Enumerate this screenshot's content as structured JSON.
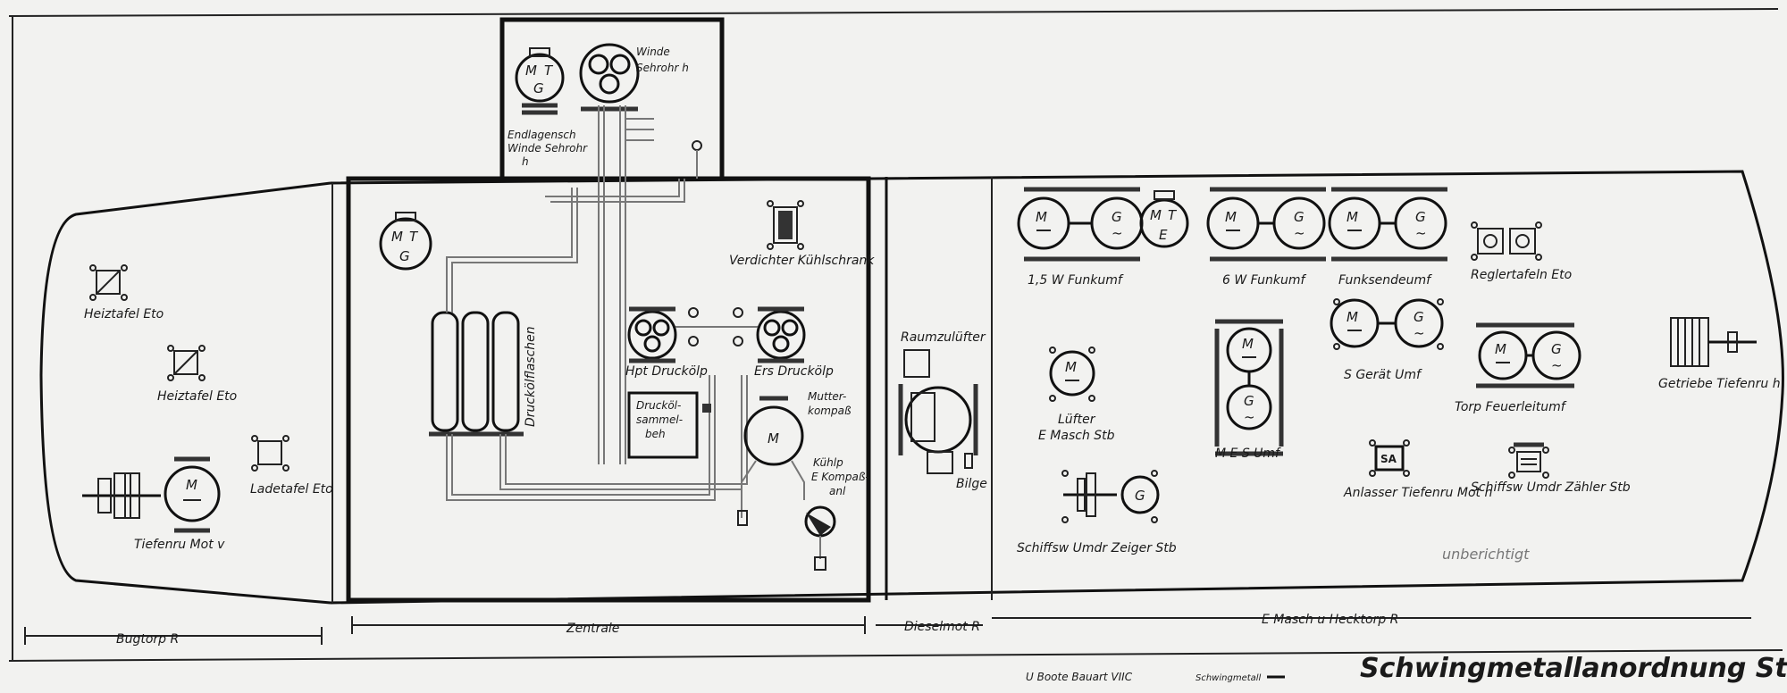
{
  "compartments": {
    "bow": "Bugtorp R",
    "control": "Zentrale",
    "diesel": "Dieselmot R",
    "aft": "E Masch u Hecktorp R"
  },
  "labels": {
    "heiztafel_1": "Heiztafel Eto",
    "heiztafel_2": "Heiztafel Eto",
    "ladetafel": "Ladetafel Eto",
    "tiefenru_mot_v": "Tiefenru Mot v",
    "winde": "Winde",
    "sehrohr": "Sehrohr h",
    "endlagensch": "Endlagensch",
    "winde_sehrohr": "Winde Sehrohr",
    "winde_sehrohr_h": "h",
    "kuehlschrank": "Verdichter Kühlschrank",
    "druckoelflaschen": "Druckölflaschen",
    "hpt_druckoelp": "Hpt Druckölp",
    "ers_druckoelp": "Ers Druckölp",
    "sammelbeh_1": "Drucköl-",
    "sammelbeh_2": "sammel-",
    "sammelbeh_3": "beh",
    "mutterkompass_1": "Mutter-",
    "mutterkompass_2": "kompaß",
    "kuehlp_1": "Kühlp",
    "kuehlp_2": "E Kompaß-",
    "kuehlp_3": "anl",
    "raumzuluefter": "Raumzulüfter",
    "bilge": "Bilge",
    "funkumf_15": "1,5 W Funkumf",
    "funkumf_6": "6 W Funkumf",
    "funksendeumf": "Funksendeumf",
    "reglertafeln": "Reglertafeln Eto",
    "s_geraet": "S Gerät Umf",
    "luefter_1": "Lüfter",
    "luefter_2": "E Masch Stb",
    "mes_umf": "M E S Umf",
    "torp_feuerleit": "Torp  Feuerleitumf",
    "anlasser": "Anlasser Tiefenru Mot h",
    "zaehler": "Schiffsw Umdr Zähler Stb",
    "zeiger": "Schiffsw Umdr Zeiger Stb",
    "getriebe": "Getriebe Tiefenru h",
    "unberichtigt": "unberichtigt"
  },
  "symbols": {
    "m": "M",
    "g": "G",
    "t": "T",
    "e": "E",
    "sa": "SA",
    "tilde": "~"
  },
  "footer": {
    "boat_type": "U Boote Bauart VIIC",
    "legend_label": "Schwingmetall",
    "title": "Schwingmetallanordnung Stb"
  }
}
